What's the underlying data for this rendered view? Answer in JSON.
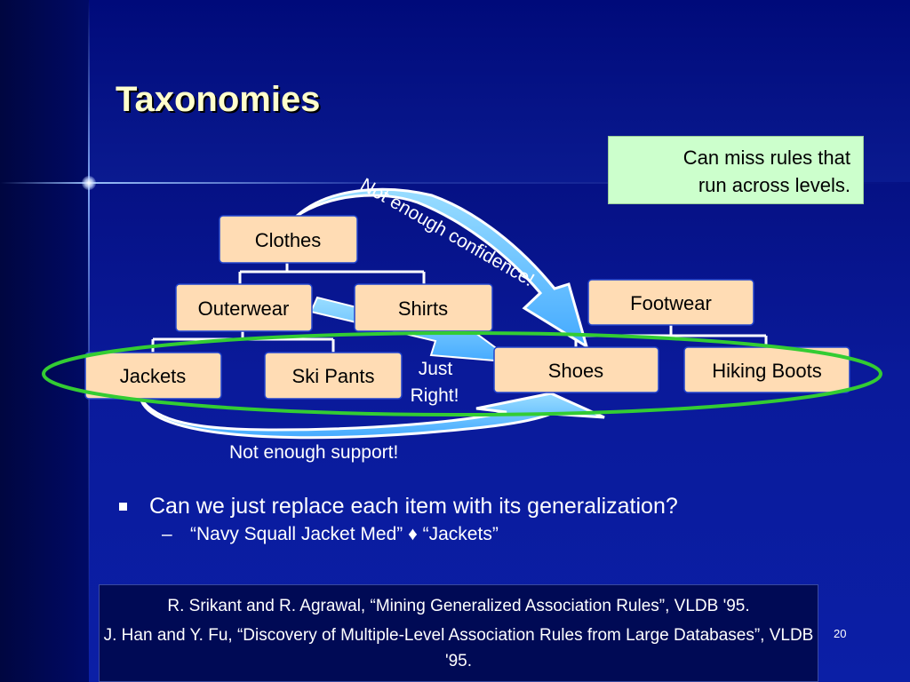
{
  "slide": {
    "title": "Taxonomies",
    "page_number": "20"
  },
  "taxonomy": {
    "nodes": {
      "clothes": "Clothes",
      "outerwear": "Outerwear",
      "shirts": "Shirts",
      "jackets": "Jackets",
      "ski_pants": "Ski Pants",
      "footwear": "Footwear",
      "shoes": "Shoes",
      "hiking_boots": "Hiking Boots"
    },
    "annotations": {
      "not_enough_confidence": "Not enough confidence!",
      "just_right_line1": "Just",
      "just_right_line2": "Right!",
      "not_enough_support": "Not enough support!"
    },
    "colors": {
      "node_fill": "#ffdcb4",
      "arrow_fill": "#66ccff",
      "ellipse_stroke": "#33cc33"
    }
  },
  "note": {
    "line1": "Can miss rules that",
    "line2": "run across levels."
  },
  "bullets": {
    "main": "Can we just replace each item with its generalization?",
    "sub_dash": "–",
    "sub": "“Navy Squall Jacket Med” ♦ “Jackets”"
  },
  "references": {
    "ref1": "R. Srikant and R. Agrawal, “Mining Generalized Association Rules”, VLDB '95.",
    "ref2": "J. Han and Y. Fu, “Discovery of Multiple-Level Association Rules from Large Databases”, VLDB '95."
  }
}
